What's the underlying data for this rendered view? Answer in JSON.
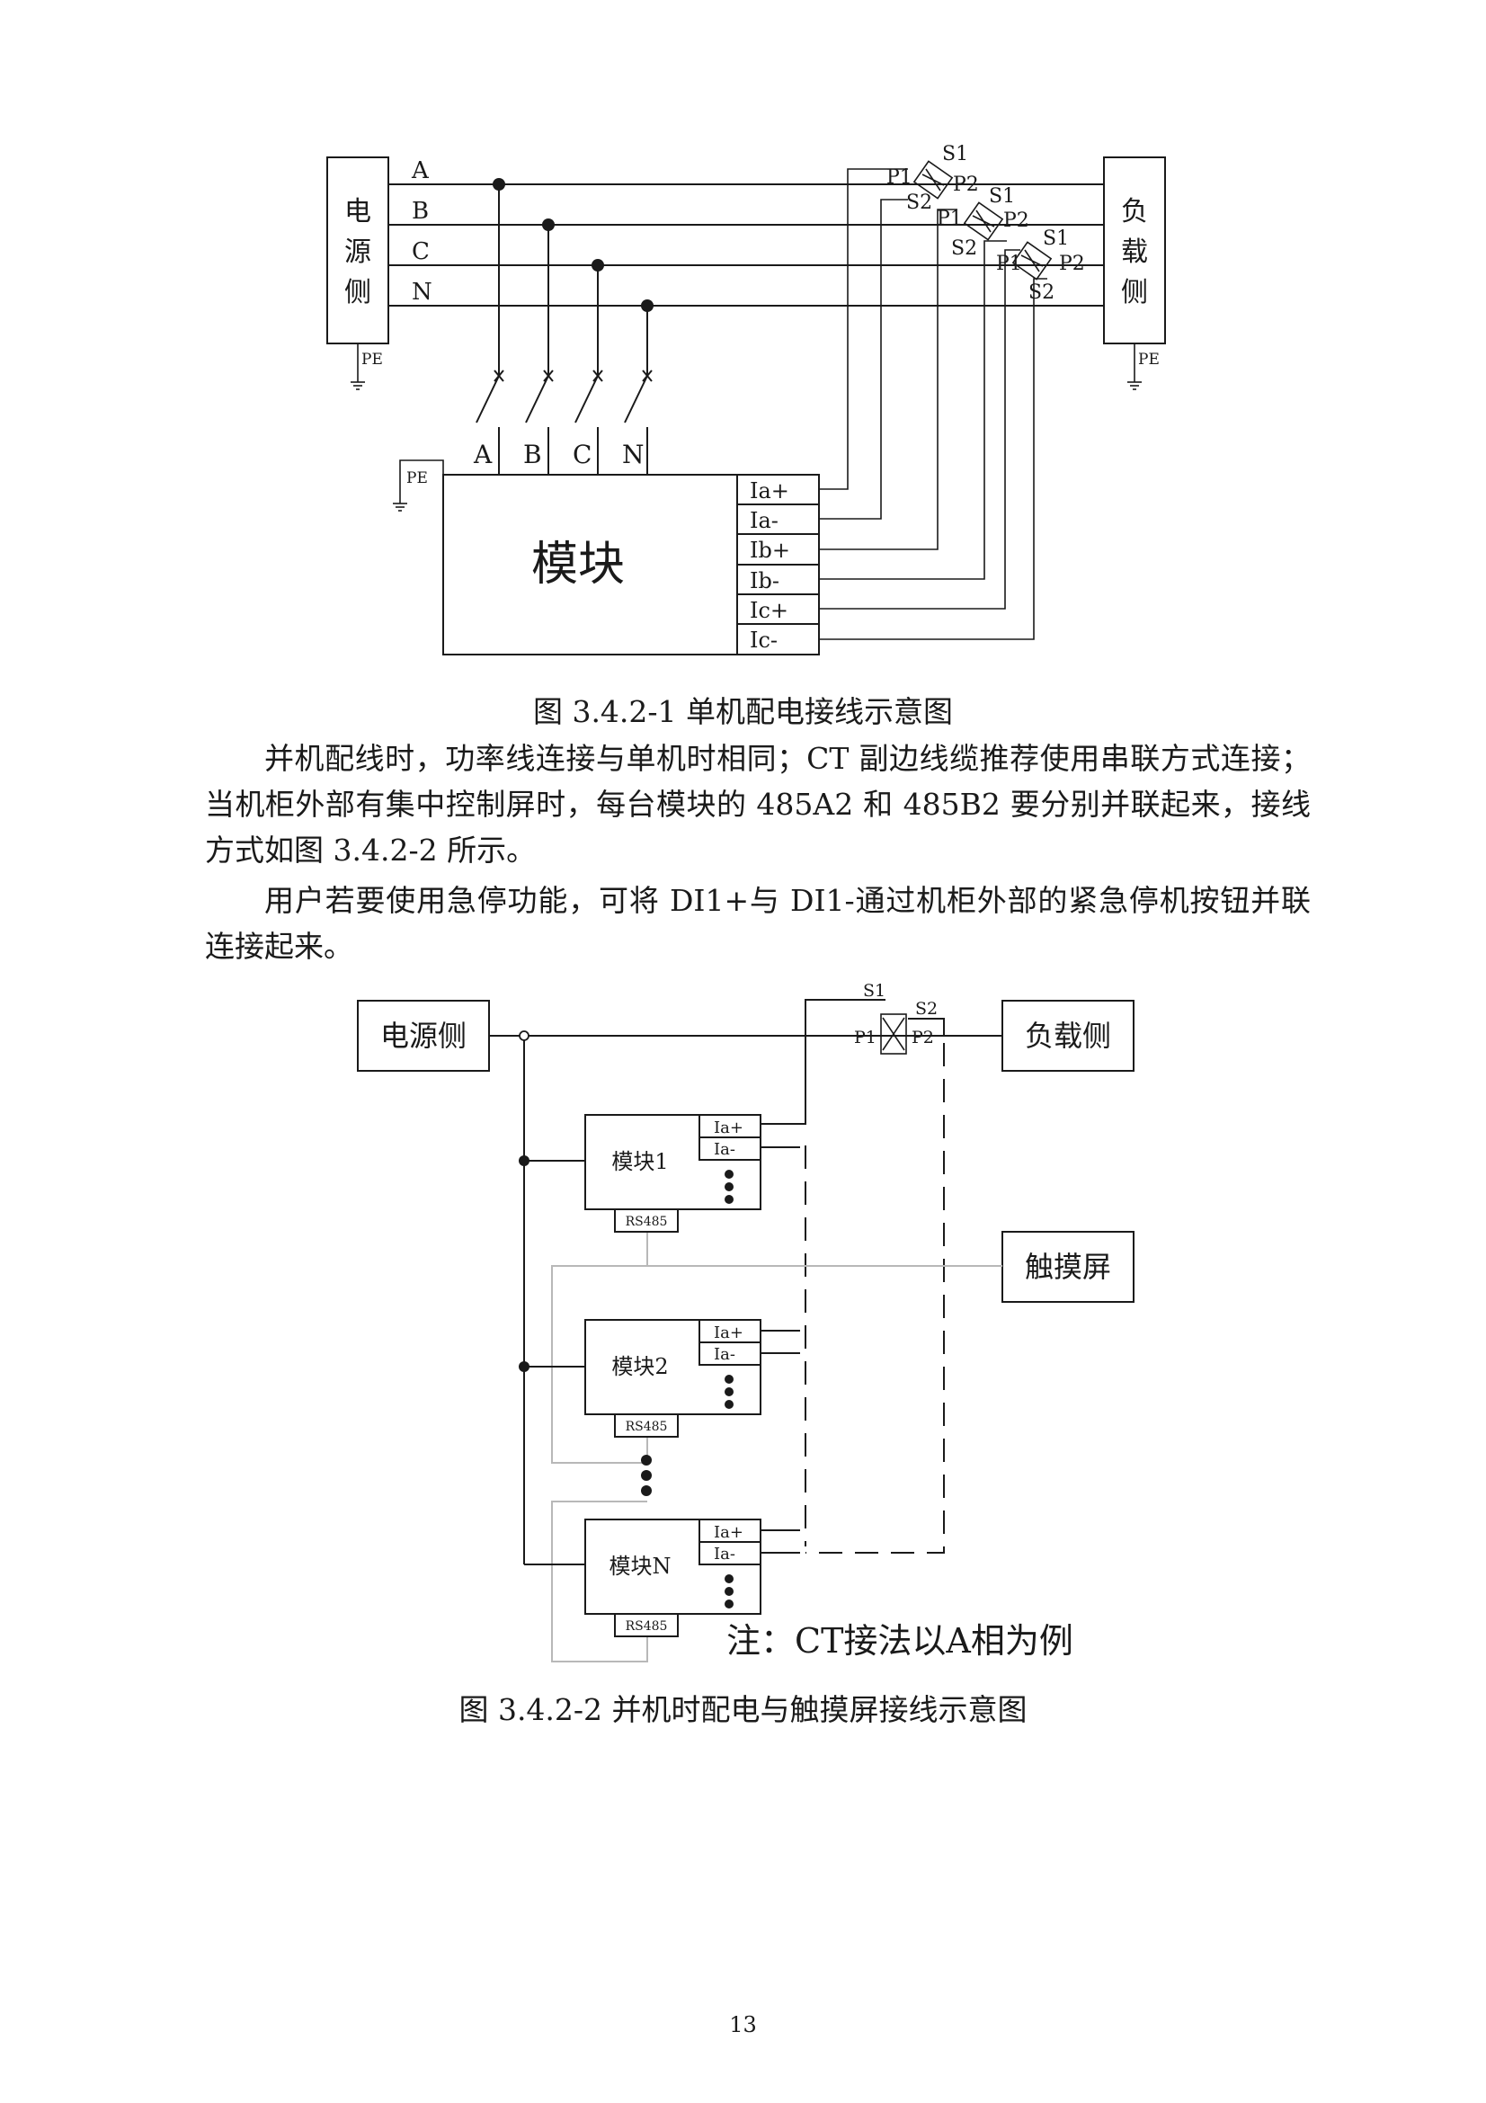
{
  "figure1": {
    "source_label": [
      "电",
      "源",
      "侧"
    ],
    "load_label": [
      "负",
      "载",
      "侧"
    ],
    "phases": [
      "A",
      "B",
      "C",
      "N"
    ],
    "pe": "PE",
    "ct_s1": "S1",
    "ct_s2": "S2",
    "ct_p1": "P1",
    "ct_p2": "P2",
    "module_label": "模块",
    "terminals": [
      "Ia+",
      "Ia-",
      "Ib+",
      "Ib-",
      "Ic+",
      "Ic-"
    ],
    "caption": "图 3.4.2-1 单机配电接线示意图"
  },
  "paragraphs": [
    "并机配线时，功率线连接与单机时相同；CT 副边线缆推荐使用串联方式连接；当机柜外部有集中控制屏时，每台模块的 485A2 和 485B2 要分别并联起来，接线方式如图 3.4.2-2 所示。",
    "用户若要使用急停功能，可将 DI1+与 DI1-通过机柜外部的紧急停机按钮并联连接起来。"
  ],
  "figure2": {
    "source_label": "电源侧",
    "load_label": "负载侧",
    "touch_label": "触摸屏",
    "ct_s1": "S1",
    "ct_s2": "S2",
    "ct_p1": "P1",
    "ct_p2": "P2",
    "modules": [
      "模块1",
      "模块2",
      "模块N"
    ],
    "terminal_plus": "Ia+",
    "terminal_minus": "Ia-",
    "rs485": "RS485",
    "note": "注：CT接法以A相为例",
    "caption": "图 3.4.2-2 并机时配电与触摸屏接线示意图"
  },
  "page_number": "13"
}
